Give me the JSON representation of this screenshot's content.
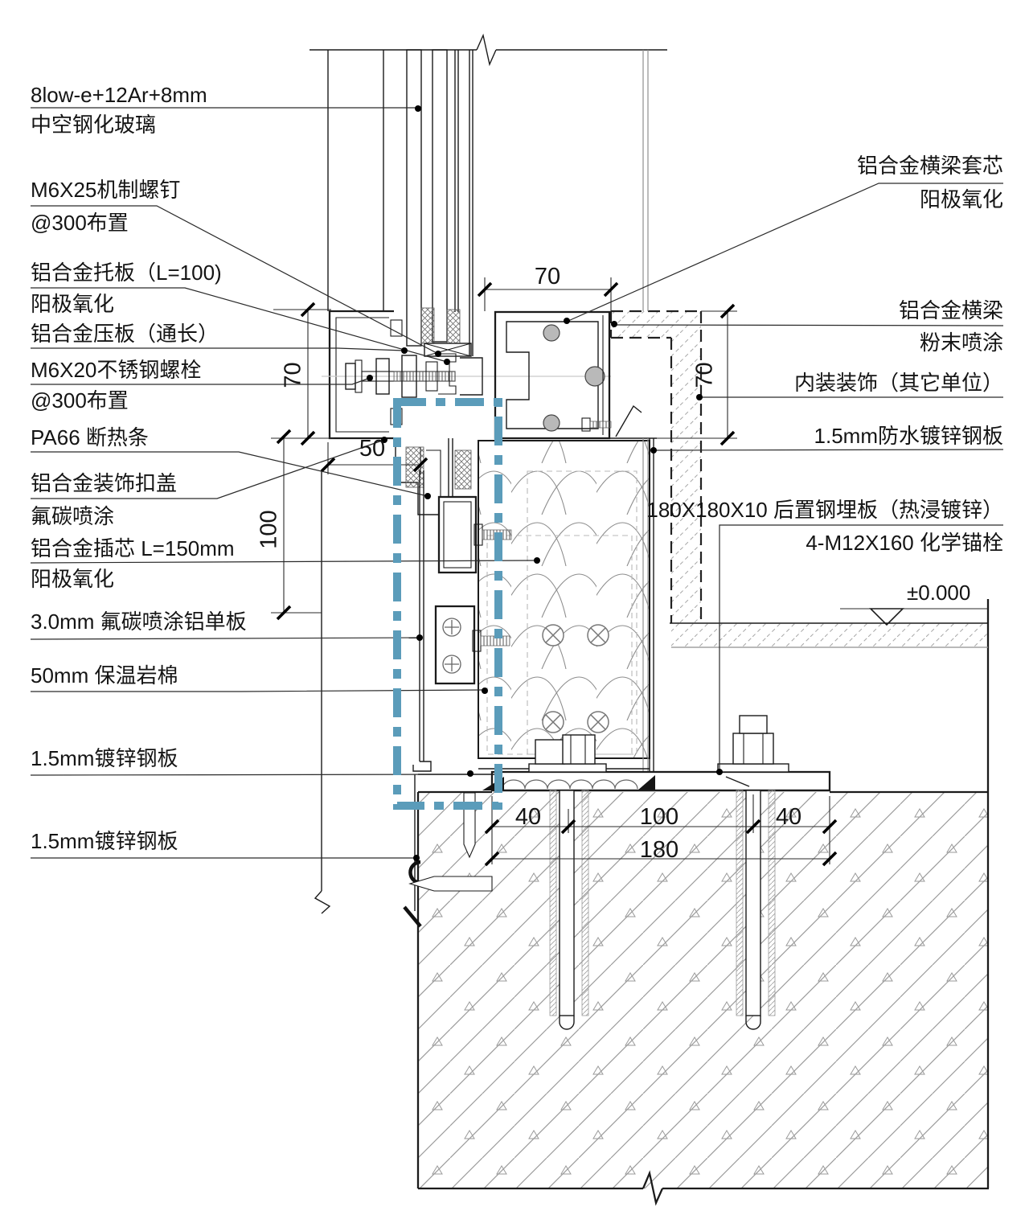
{
  "labels_left": [
    [
      "8low-e+12Ar+8mm",
      "中空钢化玻璃"
    ],
    [
      "M6X25机制螺钉",
      "@300布置"
    ],
    [
      "铝合金托板（L=100)",
      "阳极氧化"
    ],
    [
      "铝合金压板（通长）"
    ],
    [
      "M6X20不锈钢螺栓",
      "@300布置"
    ],
    [
      "PA66 断热条"
    ],
    [
      "铝合金装饰扣盖",
      "氟碳喷涂"
    ],
    [
      "铝合金插芯  L=150mm",
      "阳极氧化"
    ],
    [
      "3.0mm 氟碳喷涂铝单板"
    ],
    [
      "50mm 保温岩棉"
    ],
    [
      "1.5mm镀锌钢板"
    ],
    [
      "1.5mm镀锌钢板"
    ]
  ],
  "labels_right": [
    [
      "铝合金横梁套芯",
      "阳极氧化"
    ],
    [
      "铝合金横梁",
      "粉末喷涂"
    ],
    [
      "内装装饰（其它单位）"
    ],
    [
      "1.5mm防水镀锌钢板"
    ],
    [
      "180X180X10 后置钢埋板（热浸镀锌）",
      "4-M12X160 化学锚栓"
    ]
  ],
  "level_mark": "±0.000",
  "dimensions": {
    "transom_width": "70",
    "transom_height_left": "70",
    "cover_height": "100",
    "transom_height_right": "70",
    "cover_depth": "50",
    "anchor_edge_left": "40",
    "anchor_spacing": "100",
    "anchor_edge_right": "40",
    "plate_width": "180"
  },
  "colors": {
    "detail_callout": "#5b9cba",
    "line": "#1b1b1b",
    "hatch_gray": "#999999"
  }
}
